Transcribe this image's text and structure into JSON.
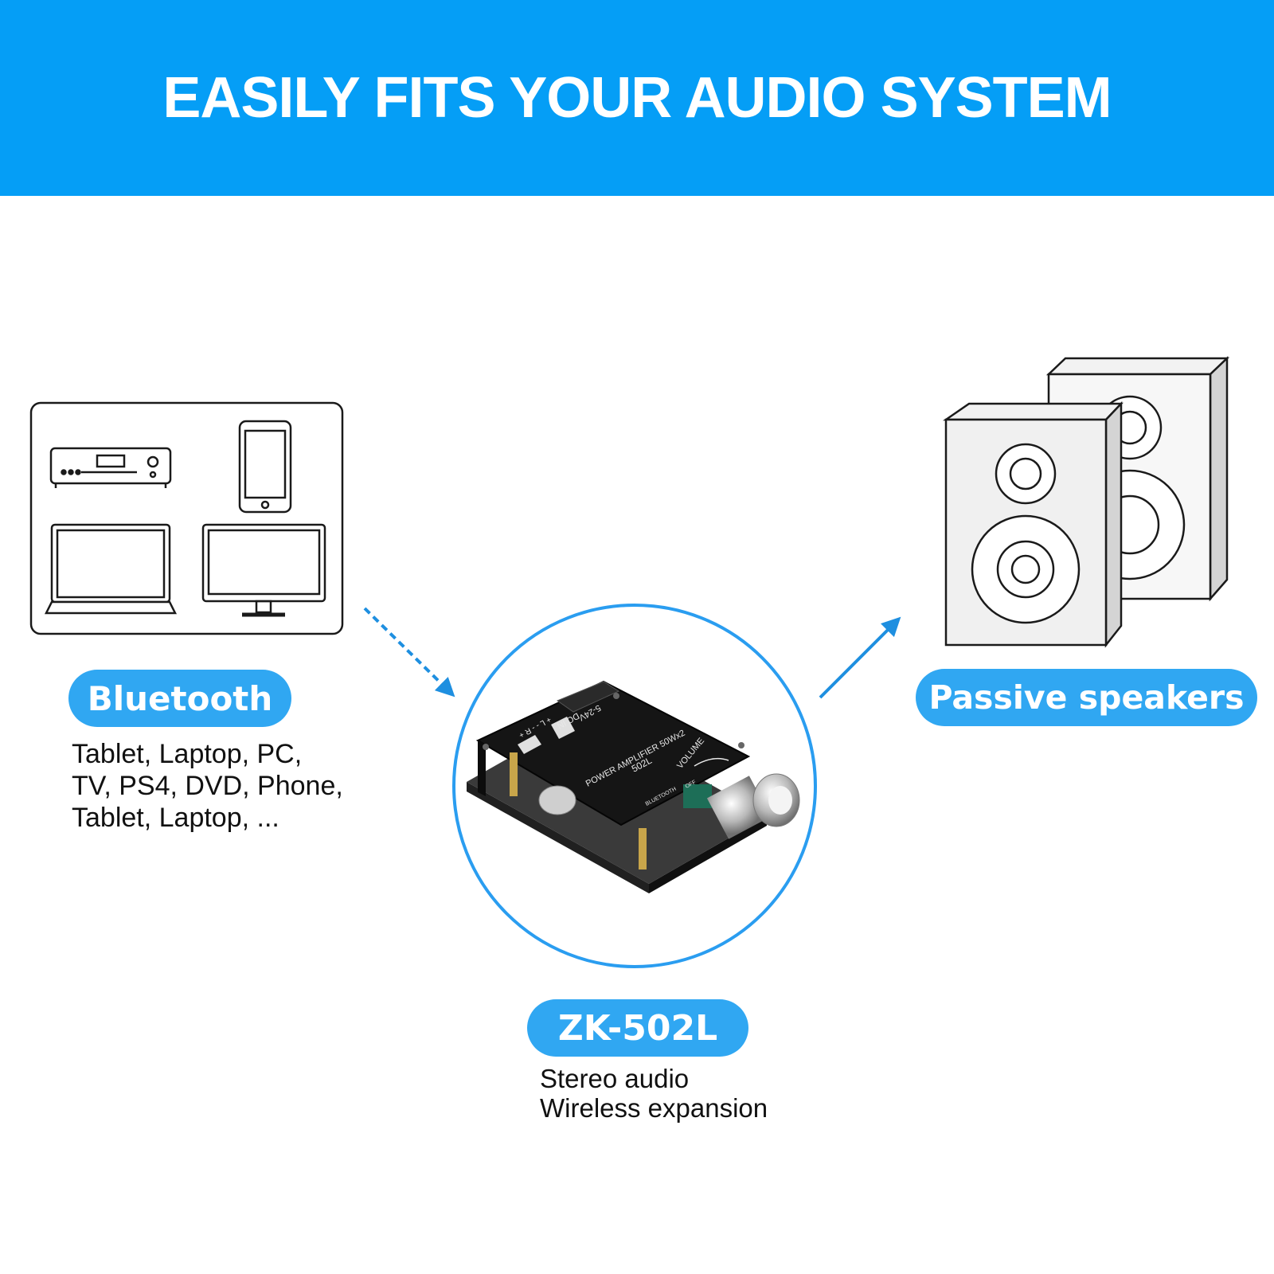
{
  "banner": {
    "title": "EASILY FITS YOUR AUDIO SYSTEM",
    "color": "#059ef6"
  },
  "sources": {
    "label": "Bluetooth",
    "lines": [
      "Tablet, Laptop, PC,",
      "TV, PS4, DVD, Phone,",
      "Tablet, Laptop, ..."
    ],
    "icons": [
      "dvd-player-icon",
      "smartphone-icon",
      "laptop-icon",
      "monitor-icon"
    ]
  },
  "amplifier": {
    "label": "ZK-502L",
    "lines": [
      "Stereo audio",
      "Wireless expansion"
    ],
    "board_text": {
      "power": "POWER AMPLIFIER 50Wx2",
      "model": "502L",
      "volume": "VOLUME",
      "dc": "DC IN",
      "voltage": "5-24V",
      "bluetooth": "BLUETOOTH",
      "off": "OFF",
      "terminals": "+ L - - R +"
    }
  },
  "speakers": {
    "label": "Passive speakers",
    "icon": "speaker-pair-icon"
  },
  "colors": {
    "accent": "#30a7f2",
    "arrow": "#1e8fe0",
    "circle": "#2a9df0"
  }
}
